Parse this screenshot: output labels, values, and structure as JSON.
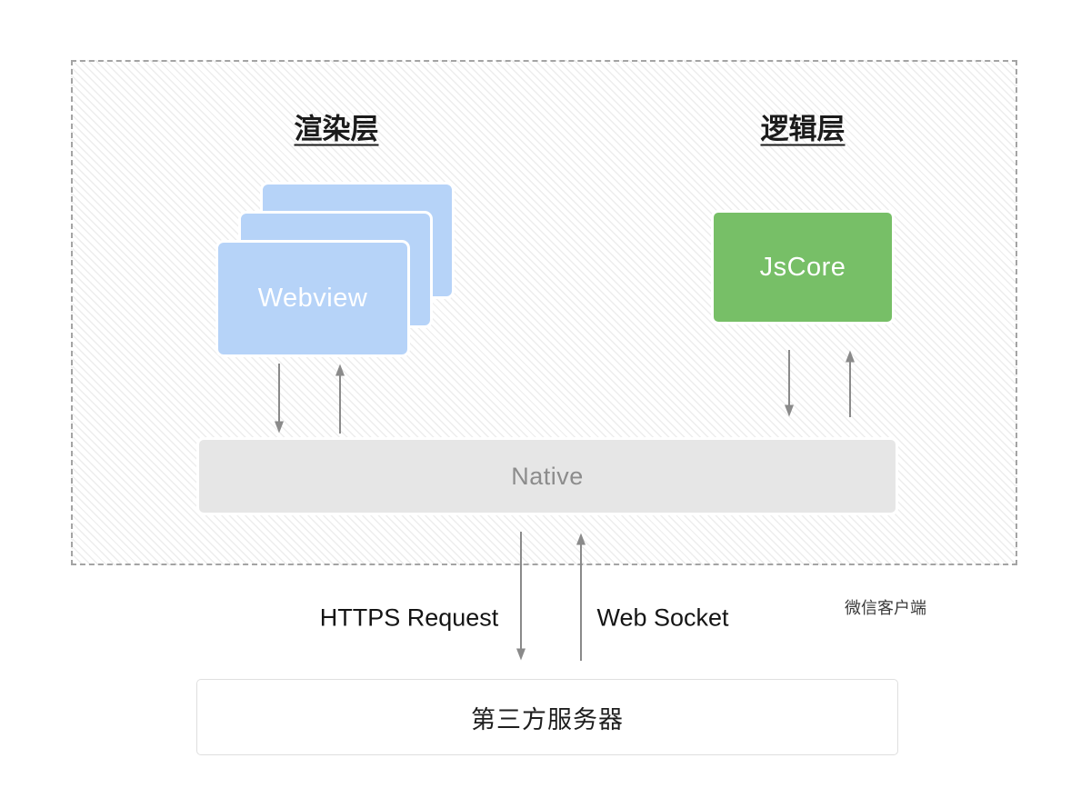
{
  "client_box": {
    "label": "微信客户端",
    "render_layer": {
      "title": "渲染层",
      "stack_label": "Webview"
    },
    "logic_layer": {
      "title": "逻辑层",
      "box_label": "JsCore"
    },
    "native_bar": {
      "label": "Native"
    }
  },
  "network": {
    "https_label": "HTTPS Request",
    "websocket_label": "Web Socket"
  },
  "server": {
    "label": "第三方服务器"
  },
  "colors": {
    "webview-blue": "#b6d3f8",
    "jscore-green": "#77bf67",
    "native-gray": "#e6e6e6",
    "native-text": "#8c8c8c",
    "arrow-gray": "#8a8a8a",
    "hatch-line": "#ededed",
    "dash-border": "#a4a4a4"
  }
}
